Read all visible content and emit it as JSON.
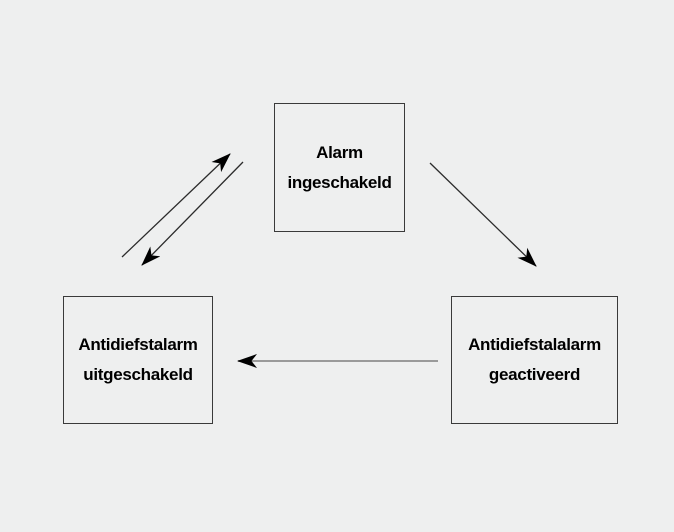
{
  "diagram": {
    "type": "state-diagram",
    "nodes": [
      {
        "id": "alarm-ingeschakeld",
        "line1": "Alarm",
        "line2": "ingeschakeld"
      },
      {
        "id": "antidiefstalarm-uitgeschakeld",
        "line1": "Antidiefstalarm",
        "line2": "uitgeschakeld"
      },
      {
        "id": "antidiefstalalarm-geactiveerd",
        "line1": "Antidiefstalalarm",
        "line2": "geactiveerd"
      }
    ],
    "edges": [
      {
        "from": "antidiefstalarm-uitgeschakeld",
        "to": "alarm-ingeschakeld",
        "style": "dark-diagonal"
      },
      {
        "from": "alarm-ingeschakeld",
        "to": "antidiefstalarm-uitgeschakeld",
        "style": "dark-diagonal"
      },
      {
        "from": "alarm-ingeschakeld",
        "to": "antidiefstalalarm-geactiveerd",
        "style": "dark-diagonal"
      },
      {
        "from": "antidiefstalalarm-geactiveerd",
        "to": "antidiefstalarm-uitgeschakeld",
        "style": "gray-horizontal"
      }
    ],
    "colors": {
      "background": "#eeefef",
      "box_border": "#3a3a3a",
      "arrow_line_dark": "#2b2b2b",
      "arrow_line_gray": "#9a9a9a",
      "arrowhead": "#000000",
      "text": "#000000"
    }
  }
}
